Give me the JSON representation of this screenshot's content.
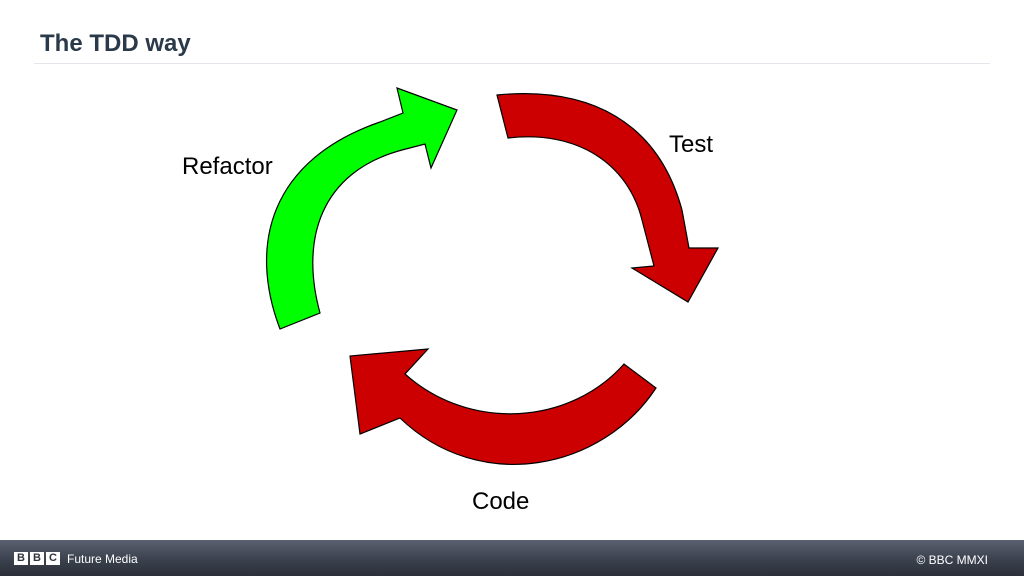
{
  "slide": {
    "title": "The TDD way"
  },
  "diagram": {
    "stages": [
      {
        "id": "test",
        "label": "Test",
        "color": "#cc0000"
      },
      {
        "id": "code",
        "label": "Code",
        "color": "#cc0000"
      },
      {
        "id": "refactor",
        "label": "Refactor",
        "color": "#00ff00"
      }
    ]
  },
  "footer": {
    "logo_letters": [
      "B",
      "B",
      "C"
    ],
    "division": "Future Media",
    "copyright": "© BBC MMXI"
  }
}
